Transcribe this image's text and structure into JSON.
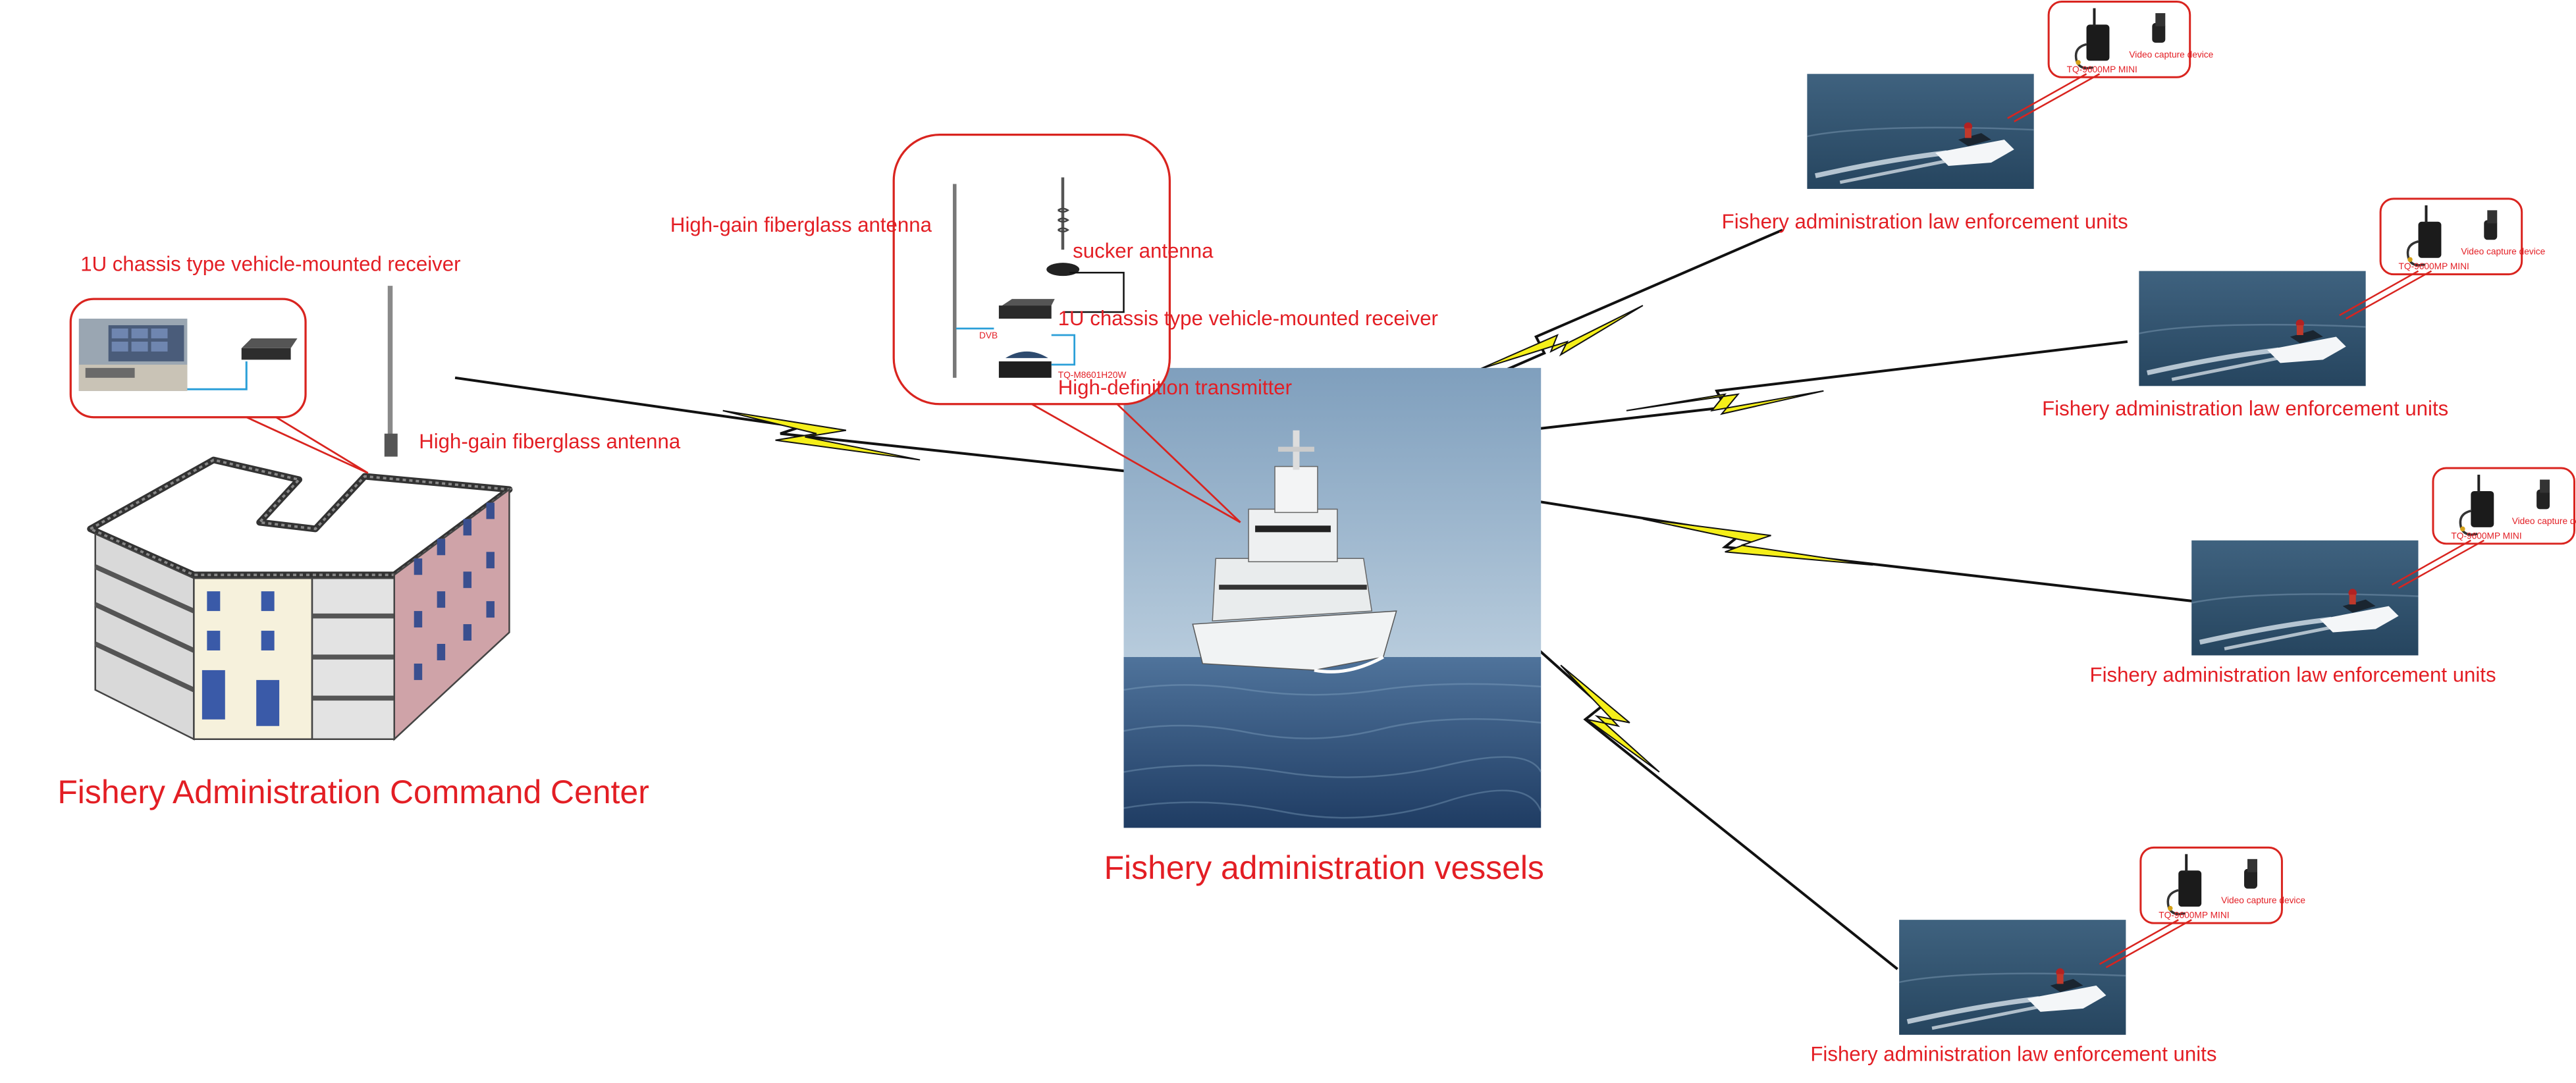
{
  "colors": {
    "label": "#e31e24",
    "bolt_fill": "#f5ef1a",
    "callout_border": "#d9241f",
    "sea": "#3b5d86",
    "sky": "#8fb1cc"
  },
  "command_center": {
    "title": "Fishery Administration Command Center",
    "receiver_label": "1U chassis type vehicle-mounted receiver",
    "antenna_label": "High-gain fiberglass antenna"
  },
  "vessel": {
    "title": "Fishery administration vessels",
    "fiberglass_antenna_label": "High-gain fiberglass antenna",
    "sucker_antenna_label": "sucker antenna",
    "receiver_label": "1U chassis type vehicle-mounted receiver",
    "transmitter_label": "High-definition transmitter",
    "device_tag_dvb": "DVB",
    "device_tag_model": "TQ-M8601H20W"
  },
  "units": [
    {
      "label": "Fishery administration law enforcement units",
      "tx_model": "TQ-9600MP MINI",
      "capture_label": "Video capture device"
    },
    {
      "label": "Fishery administration law enforcement units",
      "tx_model": "TQ-9600MP MINI",
      "capture_label": "Video capture device"
    },
    {
      "label": "Fishery administration law enforcement units",
      "tx_model": "TQ-9600MP MINI",
      "capture_label": "Video capture device"
    },
    {
      "label": "Fishery administration law enforcement units",
      "tx_model": "TQ-9600MP MINI",
      "capture_label": "Video capture device"
    }
  ]
}
